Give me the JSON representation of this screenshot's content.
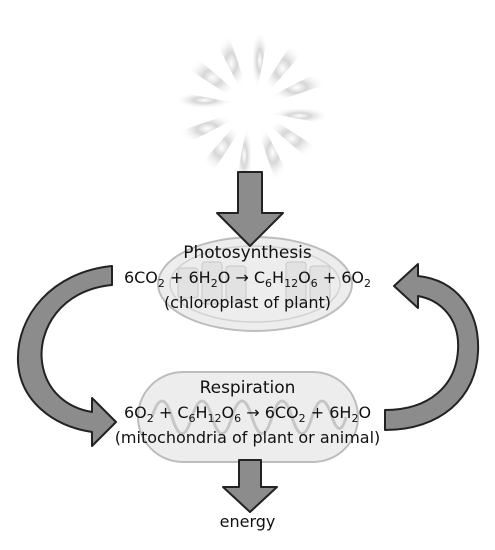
{
  "colors": {
    "arrow_fill": "#8c8c8c",
    "arrow_stroke": "#222222",
    "organelle_fill": "#ededed",
    "organelle_stroke": "#bdbdbd",
    "text": "#111111"
  },
  "icons": {
    "sun": "sun-burst-icon",
    "chloroplast": "chloroplast-icon",
    "mitochondrion": "mitochondrion-icon"
  },
  "photosynthesis": {
    "title": "Photosynthesis",
    "equation": {
      "lhs1_coef": "6CO",
      "lhs1_sub": "2",
      "plus1": " + 6H",
      "lhs2_sub": "2",
      "lhs2_end": "O",
      "arrow": " → ",
      "prod1_a": "C",
      "prod1_sub1": "6",
      "prod1_b": "H",
      "prod1_sub2": "12",
      "prod1_c": "O",
      "prod1_sub3": "6",
      "plus2": " + 6O",
      "prod2_sub": "2"
    },
    "location": "(chloroplast of plant)"
  },
  "respiration": {
    "title": "Respiration",
    "equation": {
      "lhs1_coef": "6O",
      "lhs1_sub": "2",
      "plus1": " + C",
      "g_sub1": "6",
      "g_b": "H",
      "g_sub2": "12",
      "g_c": "O",
      "g_sub3": "6",
      "arrow": " → ",
      "prod1_a": "6CO",
      "prod1_sub": "2",
      "plus2": " + 6H",
      "prod2_sub": "2",
      "prod2_end": "O"
    },
    "location": "(mitochondria of plant or animal)"
  },
  "output": {
    "label": "energy"
  }
}
